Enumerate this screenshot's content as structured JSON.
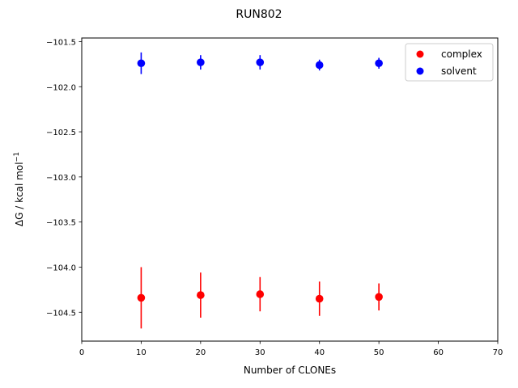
{
  "chart_data": {
    "type": "scatter",
    "title": "RUN802",
    "xlabel": "Number of CLONEs",
    "ylabel_main": "ΔG / kcal mol",
    "ylabel_sup": "−1",
    "xlim": [
      0,
      70
    ],
    "ylim": [
      -104.82,
      -101.46
    ],
    "x_ticks": [
      0,
      10,
      20,
      30,
      40,
      50,
      60,
      70
    ],
    "x_tick_labels": [
      "0",
      "10",
      "20",
      "30",
      "40",
      "50",
      "60",
      "70"
    ],
    "y_ticks": [
      -101.5,
      -102.0,
      -102.5,
      -103.0,
      -103.5,
      -104.0,
      -104.5
    ],
    "y_tick_labels": [
      "−101.5",
      "−102.0",
      "−102.5",
      "−103.0",
      "−103.5",
      "−104.0",
      "−104.5"
    ],
    "grid": false,
    "legend_position": "top-right",
    "series": [
      {
        "name": "complex",
        "color": "#ff0000",
        "x": [
          10,
          20,
          30,
          40,
          50
        ],
        "y": [
          -104.34,
          -104.31,
          -104.3,
          -104.35,
          -104.33
        ],
        "err": [
          0.34,
          0.25,
          0.19,
          0.19,
          0.15
        ]
      },
      {
        "name": "solvent",
        "color": "#0000ff",
        "x": [
          10,
          20,
          30,
          40,
          50
        ],
        "y": [
          -101.74,
          -101.73,
          -101.73,
          -101.76,
          -101.74
        ],
        "err": [
          0.12,
          0.08,
          0.08,
          0.06,
          0.06
        ]
      }
    ]
  }
}
